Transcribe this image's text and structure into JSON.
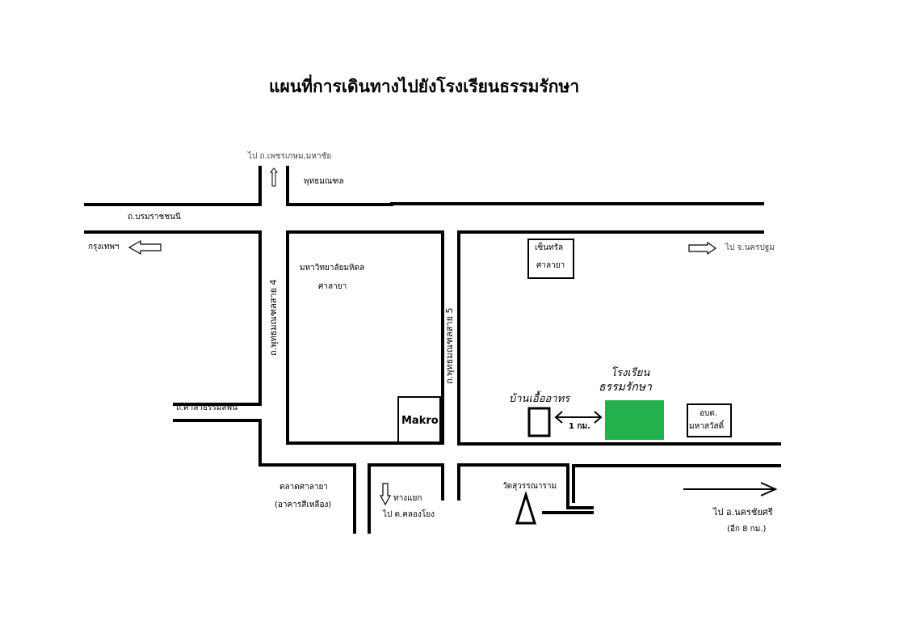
{
  "title": "แผนที่การเดินทางไปยังโรงเรียนธรรมรักษา",
  "roads": {
    "borom": "ถ.บรมราชชนนี",
    "buddhamonthon": "พุทธมณฑล",
    "sai4": "ถ.พุทธมณฑลสาย 4",
    "sai5": "ถ.พุทธมณฑลสาย 5",
    "sala_tham": "ถ.ศาลาธรรมสพน์"
  },
  "directions": {
    "phetkasem": "ไป ถ.เพชรเกษม,มหาชัย",
    "bangkok": "กรุงเทพฯ",
    "nakhon_pathom": "ไป จ.นครปฐม",
    "khlong_yong_1": "ทางแยก",
    "khlong_yong_2": "ไป ต.คลองโยง",
    "nakhon_chai_si_1": "ไป อ.นครชัยศรี",
    "nakhon_chai_si_2": "(อีก 8 กม.)"
  },
  "places": {
    "mahidol_1": "มหาวิทยาลัยมหิดล",
    "mahidol_2": "ศาลายา",
    "central_1": "เซ็นทรัล",
    "central_2": "ศาลายา",
    "makro": "Makro",
    "ban_ue_athon": "บ้านเอื้ออาทร",
    "distance": "1 กม.",
    "school_1": "โรงเรียน",
    "school_2": "ธรรมรักษา",
    "obt_1": "อบต.",
    "obt_2": "มหาสวัสดิ์",
    "market_1": "ตลาดศาลายา",
    "market_2": "(อาคารสีเหลือง)",
    "temple": "วัดสุวรรณาราม"
  },
  "colors": {
    "school": "#22b14c",
    "road": "#000000"
  }
}
